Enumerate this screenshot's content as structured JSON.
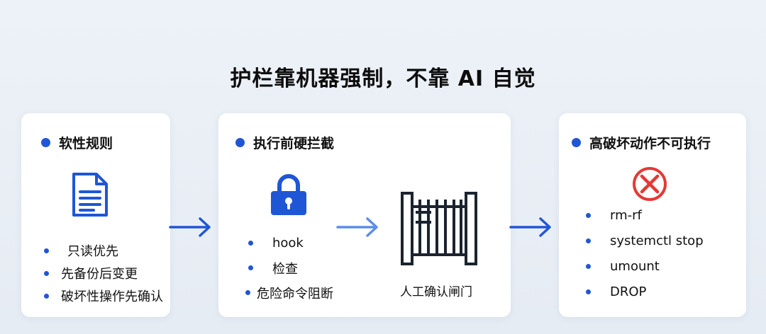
{
  "title": "护栏靠机器强制，不靠 AI 自觉",
  "cards": [
    {
      "title": "软性规则",
      "items": [
        "只读优先",
        "先备份后变更",
        "破坏性操作先确认"
      ]
    },
    {
      "title": "执行前硬拦截",
      "items": [
        "hook",
        "检查",
        "危险命令阻断"
      ],
      "gate_label": "人工确认闸门"
    },
    {
      "title": "高破坏动作不可执行",
      "items": [
        "rm-rf",
        "systemctl stop",
        "umount",
        "DROP"
      ]
    }
  ],
  "icons": [
    "document-icon",
    "lock-icon",
    "gate-icon",
    "prohibited-icon",
    "arrow-right-icon"
  ],
  "colors": {
    "accent": "#1f56d6",
    "danger": "#e53935",
    "arrow_light": "#5b8ee8"
  }
}
